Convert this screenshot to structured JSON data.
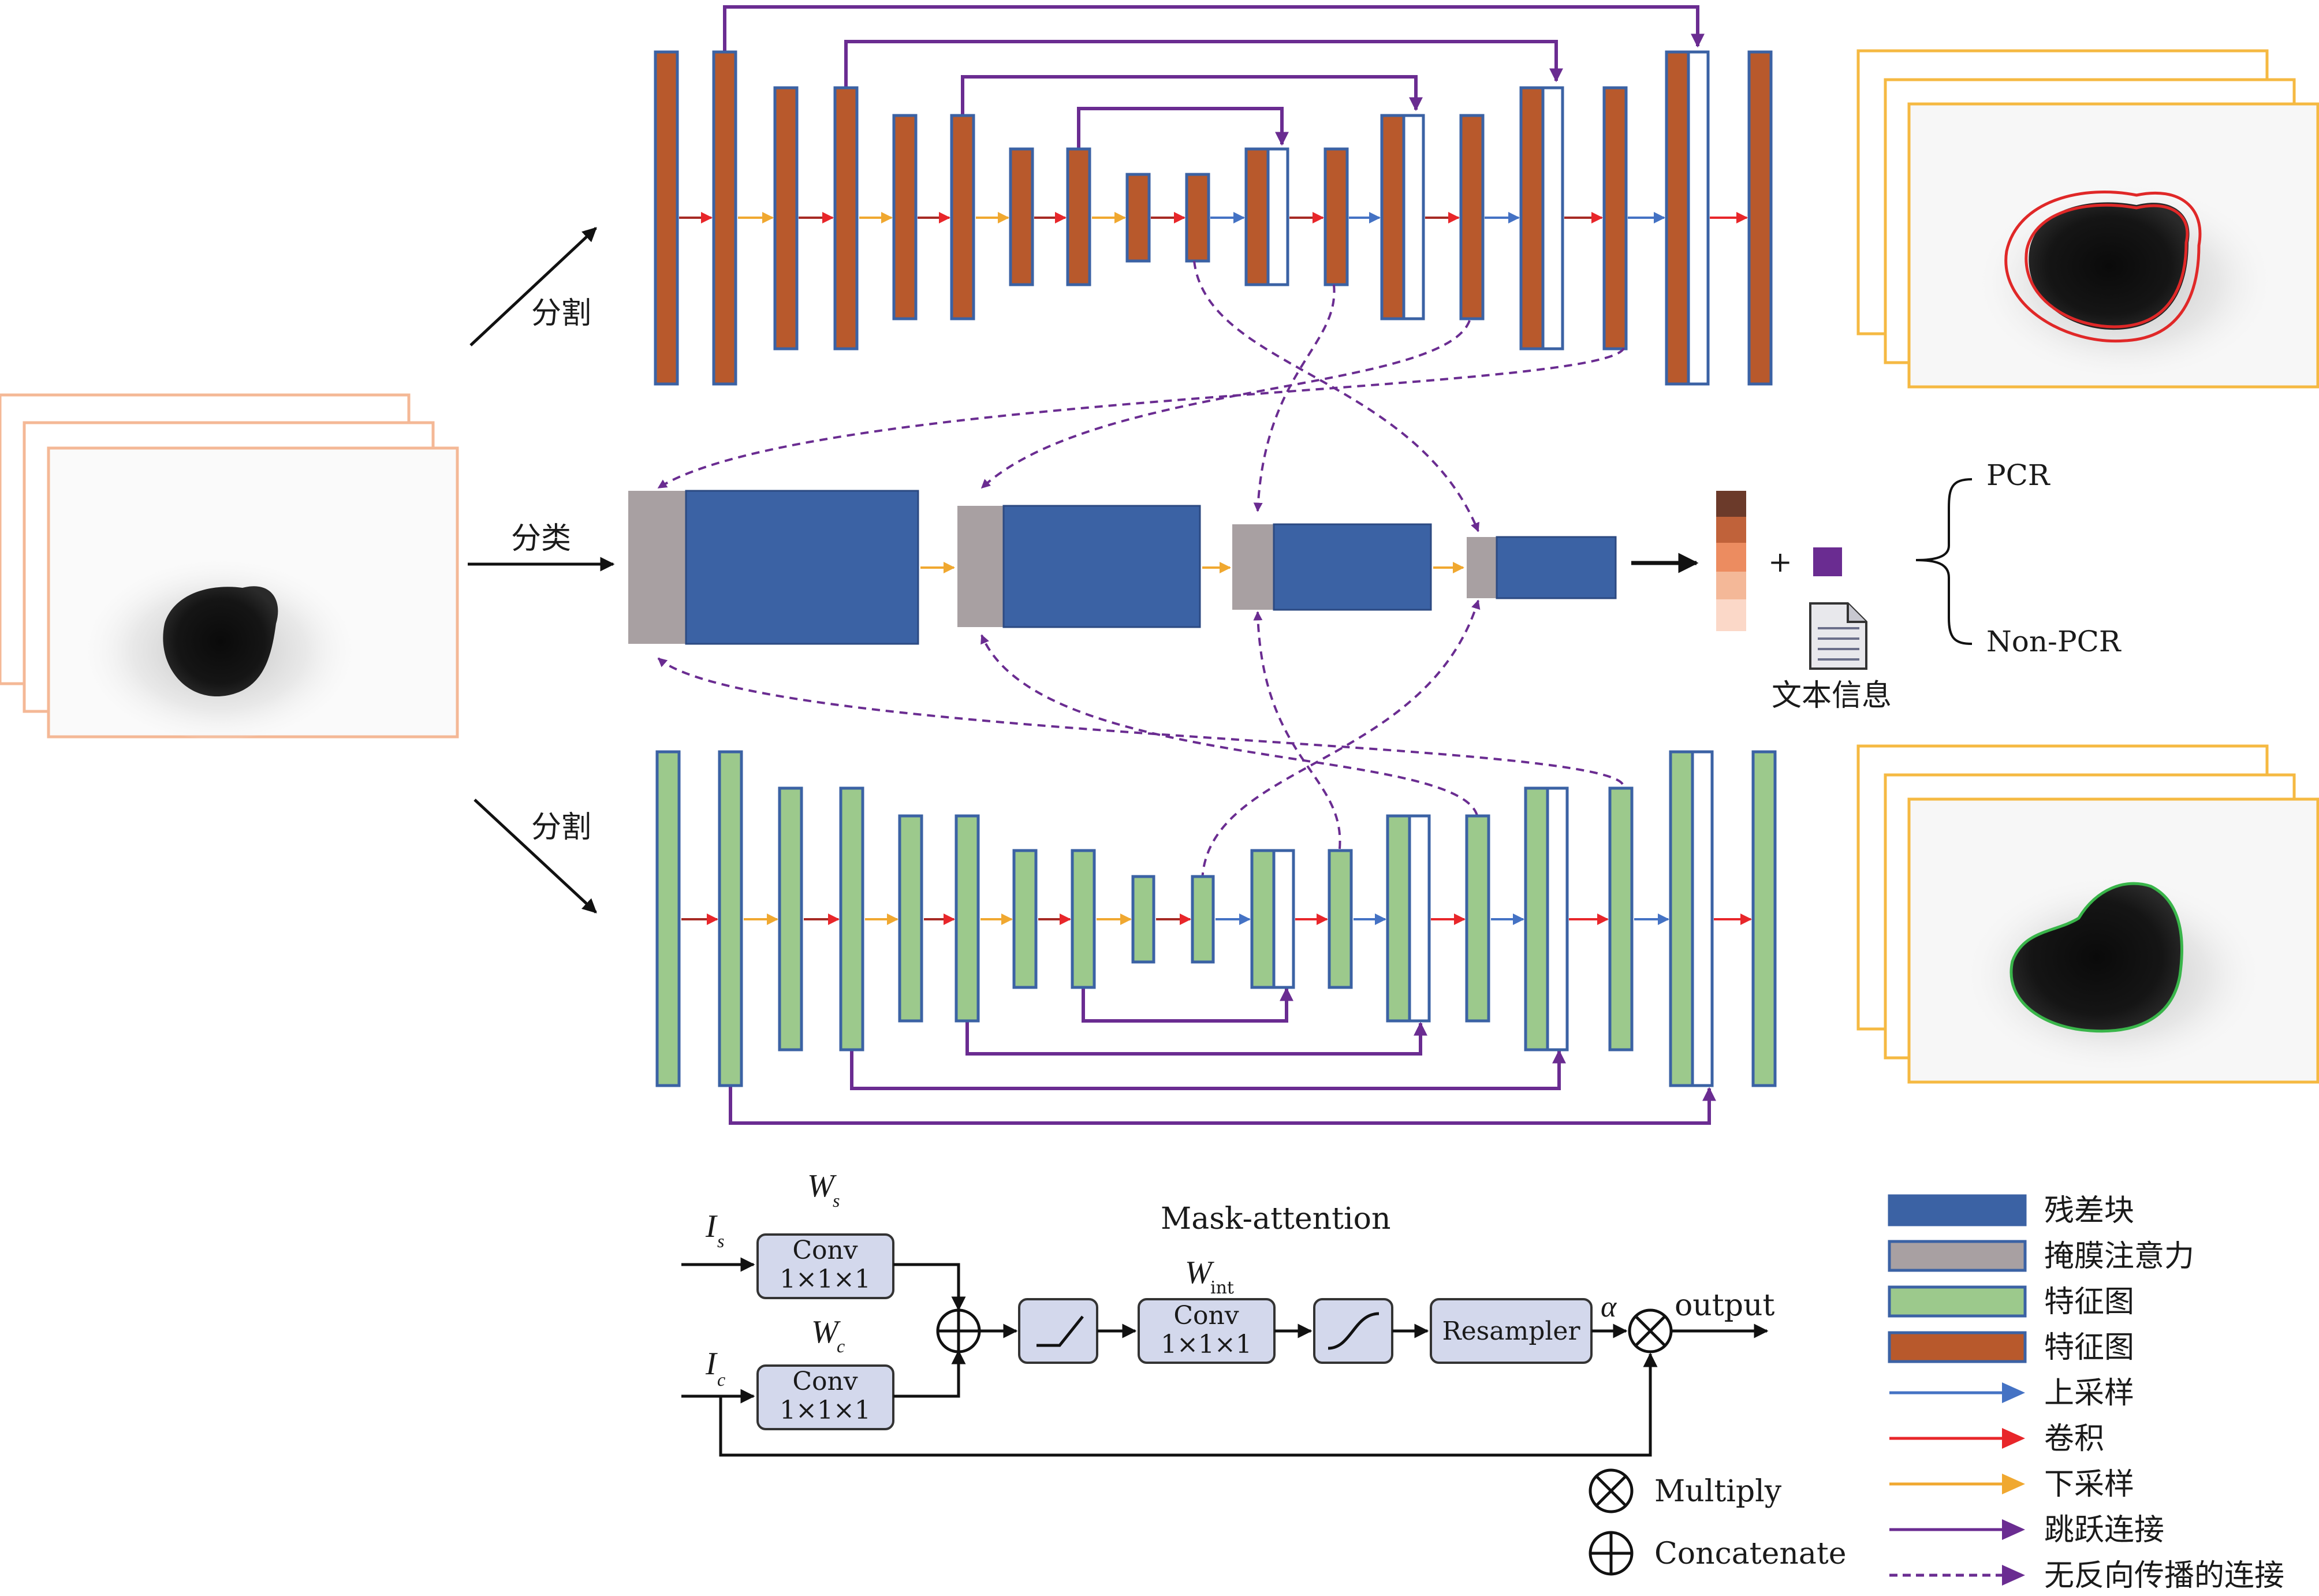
{
  "branches": {
    "segment_top": "分割",
    "classify": "分类",
    "segment_bottom": "分割"
  },
  "outputs": {
    "pcr": "PCR",
    "non_pcr": "Non-PCR",
    "plus": "+",
    "text_info": "文本信息"
  },
  "mask_attention": {
    "title": "Mask-attention",
    "input_s": "I",
    "input_s_sub": "s",
    "input_c": "I",
    "input_c_sub": "c",
    "weight_s": "W",
    "weight_s_sub": "s",
    "weight_c": "W",
    "weight_c_sub": "c",
    "weight_int": "W",
    "weight_int_sub": "int",
    "conv_label": "Conv",
    "conv_size": "1×1×1",
    "resampler": "Resampler",
    "alpha": "α",
    "output": "output",
    "multiply": "Multiply",
    "concatenate": "Concatenate"
  },
  "legend": [
    {
      "label": "残差块",
      "kind": "box",
      "color": "#3b62a4"
    },
    {
      "label": "掩膜注意力",
      "kind": "box",
      "color": "#a8a0a2"
    },
    {
      "label": "特征图",
      "kind": "box",
      "color": "#9cc98c"
    },
    {
      "label": "特征图",
      "kind": "box",
      "color": "#b8592c"
    },
    {
      "label": "上采样",
      "kind": "arrow",
      "color": "#4472c4"
    },
    {
      "label": "卷积",
      "kind": "arrow",
      "color": "#e8262a"
    },
    {
      "label": "下采样",
      "kind": "arrow",
      "color": "#f0a830"
    },
    {
      "label": "跳跃连接",
      "kind": "arrow",
      "color": "#6a2c91"
    },
    {
      "label": "无反向传播的连接",
      "kind": "dashed-arrow",
      "color": "#6a2c91"
    }
  ],
  "colors": {
    "brown": "#b8592c",
    "green": "#9cc98c",
    "blue_block": "#3b62a4",
    "gray_block": "#a8a0a2",
    "outline_blue": "#3b62a4",
    "up_arrow": "#4472c4",
    "conv_arrow": "#e8262a",
    "down_arrow": "#f0a830",
    "dark_red_arrow": "#a62a24",
    "skip_purple": "#6a2c91",
    "frame_peach": "#f4b896",
    "frame_orange": "#f5b942",
    "contour_red": "#e02828",
    "contour_green": "#39b54a",
    "class_bar": [
      "#6b3a2a",
      "#c0623a",
      "#ec8c60",
      "#f4b898",
      "#fbd8c8"
    ],
    "text_token": "#6a2c91",
    "mask_box": "#d3d8ec"
  }
}
